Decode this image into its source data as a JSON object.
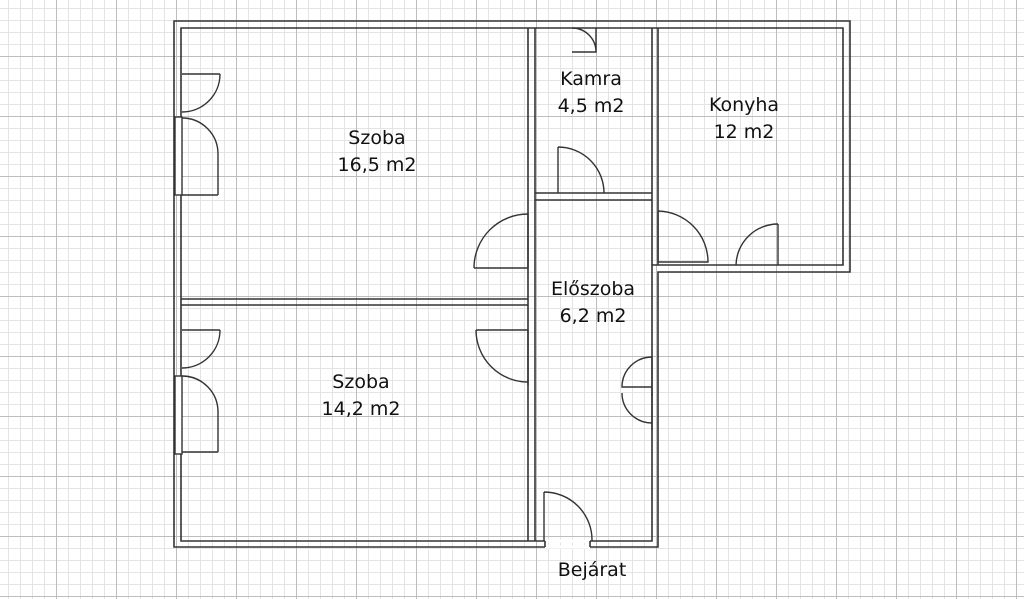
{
  "rooms": {
    "szoba_top": {
      "name": "Szoba",
      "area": "16,5 m2"
    },
    "kamra": {
      "name": "Kamra",
      "area": "4,5 m2"
    },
    "konyha": {
      "name": "Konyha",
      "area": "12 m2"
    },
    "eloszoba": {
      "name": "Előszoba",
      "area": "6,2 m2"
    },
    "szoba_bottom": {
      "name": "Szoba",
      "area": "14,2 m2"
    }
  },
  "entrance_label": "Bejárat",
  "colors": {
    "wall": "#333333",
    "grid_major": "#bdbdbd",
    "grid_minor": "#e4e4e4",
    "text": "#111111"
  }
}
